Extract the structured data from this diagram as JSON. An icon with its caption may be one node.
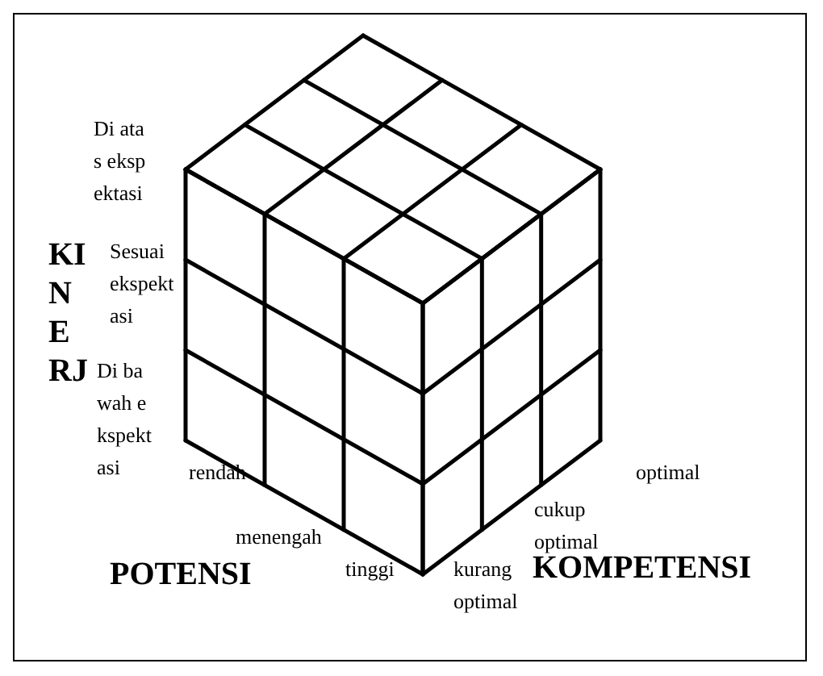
{
  "diagram": {
    "labels": [
      "Di atas ekspektasi",
      "KINERJ",
      "Sesuai ekspektasi",
      "Di bawah ekspektasi",
      "rendah",
      "optimal",
      "menengah",
      "cukup optimal",
      "POTENSI",
      "tinggi",
      "kurang optimal",
      "KOMPETENSI"
    ]
  }
}
